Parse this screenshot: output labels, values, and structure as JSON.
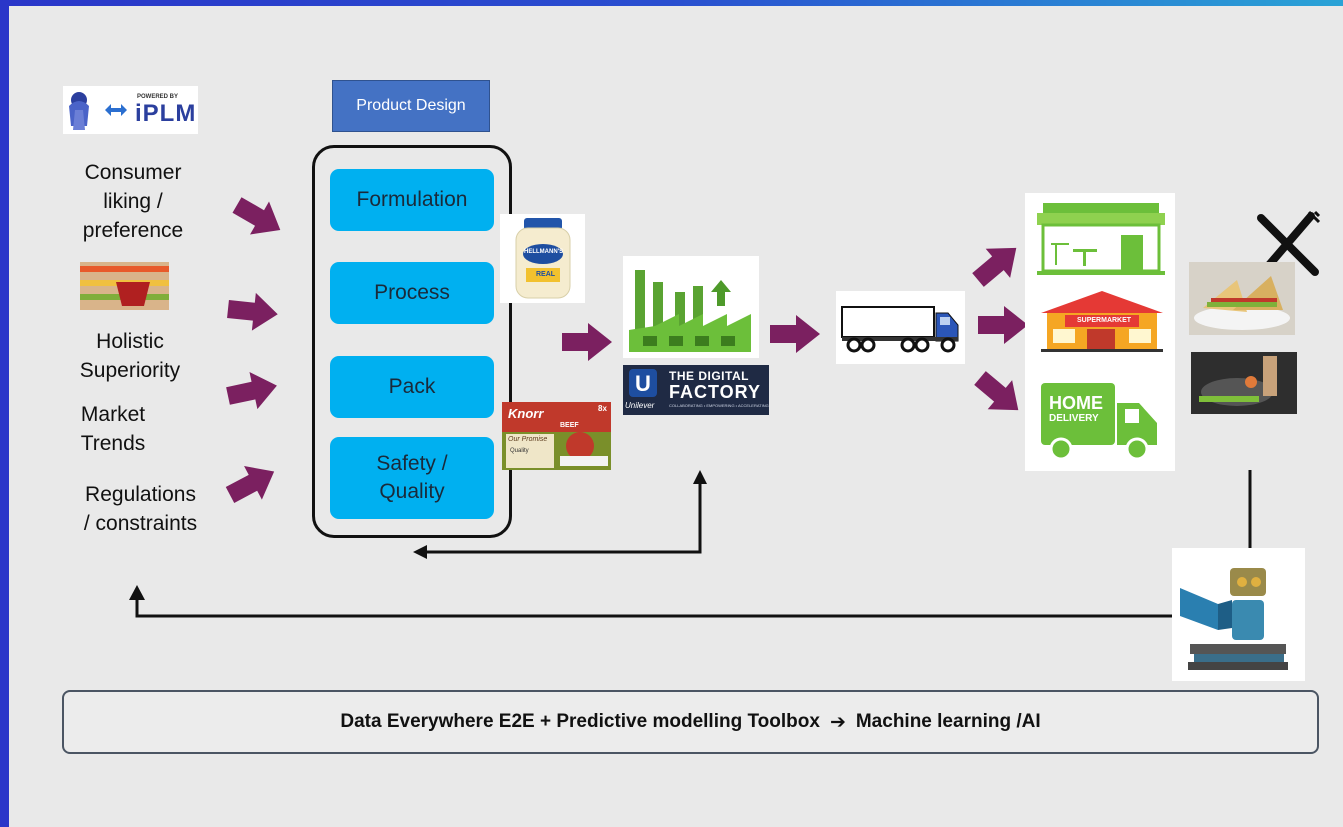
{
  "header": {
    "accent_left": "#2a36c9",
    "accent_right": "#2aa3d6"
  },
  "logo": {
    "powered_by": "POWERED BY",
    "brand": "iPLM",
    "icon": "double-arrow-icon"
  },
  "inputs": [
    {
      "label": "Consumer\nliking /\npreference"
    },
    {
      "label": "Holistic\nSuperiority"
    },
    {
      "label": "Market\nTrends"
    },
    {
      "label": "Regulations\n/ constraints"
    }
  ],
  "product_design": {
    "title": "Product Design",
    "steps": [
      {
        "label": "Formulation"
      },
      {
        "label": "Process"
      },
      {
        "label": "Pack"
      },
      {
        "label": "Safety /\nQuality"
      }
    ]
  },
  "products": {
    "mayo_brand": "HELLMANN'S",
    "mayo_sub": "REAL",
    "knorr_brand": "Knorr",
    "knorr_product": "BEEF",
    "knorr_count": "8x",
    "knorr_tag": "Our Promise",
    "knorr_quality": "Quality"
  },
  "factory": {
    "line1": "THE DIGITAL",
    "line2": "FACTORY",
    "company": "Unilever",
    "tagline": "COLLABORATING • EMPOWERING • ACCELERATING"
  },
  "channels": {
    "supermarket": "SUPERMARKET",
    "home_delivery_1": "HOME",
    "home_delivery_2": "DELIVERY"
  },
  "footer": {
    "text_left": "Data Everywhere E2E +  Predictive modelling Toolbox",
    "arrow": "➔",
    "text_right": "Machine learning /AI"
  },
  "colors": {
    "flow_arrow": "#7b2060",
    "step_fill": "#00b0f0",
    "title_fill": "#4472c4",
    "green": "#6cbf3a"
  }
}
